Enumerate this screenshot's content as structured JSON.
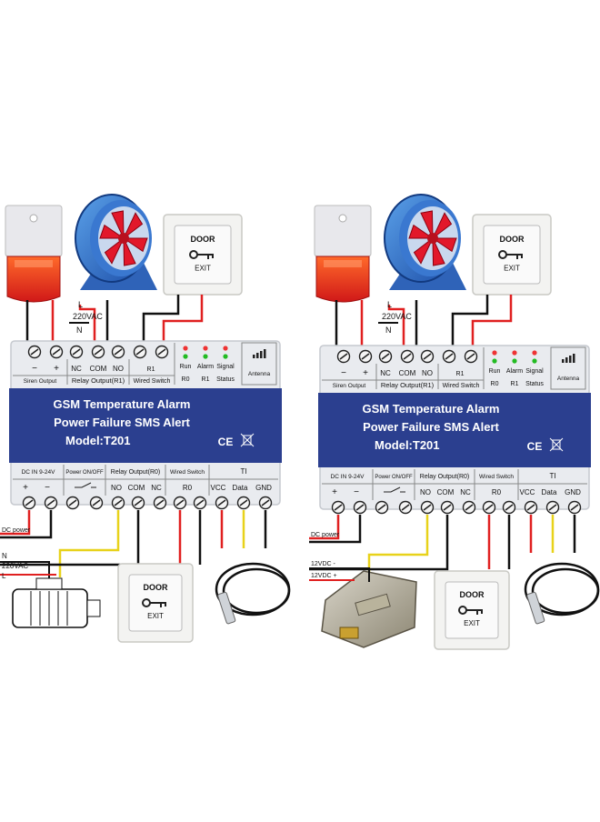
{
  "diagrams": [
    {
      "top_terminals": [
        "−",
        "+",
        "NC",
        "COM",
        "NO",
        "R1"
      ],
      "top_groups": [
        "Siren Output",
        "Relay Output(R1)",
        "Wired Switch",
        "Antenna"
      ],
      "leds": [
        "Run",
        "Alarm",
        "Signal"
      ],
      "led_sub": [
        "R0",
        "R1",
        "Status"
      ],
      "title1": "GSM Temperature Alarm",
      "title2": "Power Failure SMS Alert",
      "model": "Model:T201",
      "cert": "CE",
      "bottom_groups": [
        "DC IN 9-24V",
        "Power ON/OFF",
        "Relay Output(R0)",
        "Wired Switch",
        "TI"
      ],
      "bottom_terminals": [
        "+",
        "−",
        "NO",
        "COM",
        "NC",
        "R0",
        "VCC",
        "Data",
        "GND"
      ],
      "wire_top_L": "L",
      "wire_top_v": "220VAC",
      "wire_top_N": "N",
      "dc_label": "DC  power",
      "load_N": "N",
      "load_v": "220VAC",
      "load_L": "L",
      "door_label1": "DOOR",
      "door_label2": "EXIT"
    },
    {
      "top_terminals": [
        "−",
        "+",
        "NC",
        "COM",
        "NO",
        "R1"
      ],
      "top_groups": [
        "Siren Output",
        "Relay Output(R1)",
        "Wired Switch",
        "Antenna"
      ],
      "leds": [
        "Run",
        "Alarm",
        "Signal"
      ],
      "led_sub": [
        "R0",
        "R1",
        "Status"
      ],
      "title1": "GSM Temperature Alarm",
      "title2": "Power Failure SMS Alert",
      "model": "Model:T201",
      "cert": "CE",
      "bottom_groups": [
        "DC IN 9-24V",
        "Power ON/OFF",
        "Relay Output(R0)",
        "Wired Switch",
        "TI"
      ],
      "bottom_terminals": [
        "+",
        "−",
        "NO",
        "COM",
        "NC",
        "R0",
        "VCC",
        "Data",
        "GND"
      ],
      "wire_top_L": "L",
      "wire_top_v": "220VAC",
      "wire_top_N": "N",
      "dc_label": "DC  power",
      "lock_v1": "12VDC -",
      "lock_v2": "12VDC +",
      "door_label1": "DOOR",
      "door_label2": "EXIT"
    }
  ],
  "colors": {
    "panel_blue": "#2b3f8f",
    "casing": "#e9ebef",
    "wire_red": "#e02020",
    "wire_black": "#111111",
    "wire_yellow": "#e8d21a",
    "led_red": "#e33",
    "led_green": "#2b2"
  }
}
